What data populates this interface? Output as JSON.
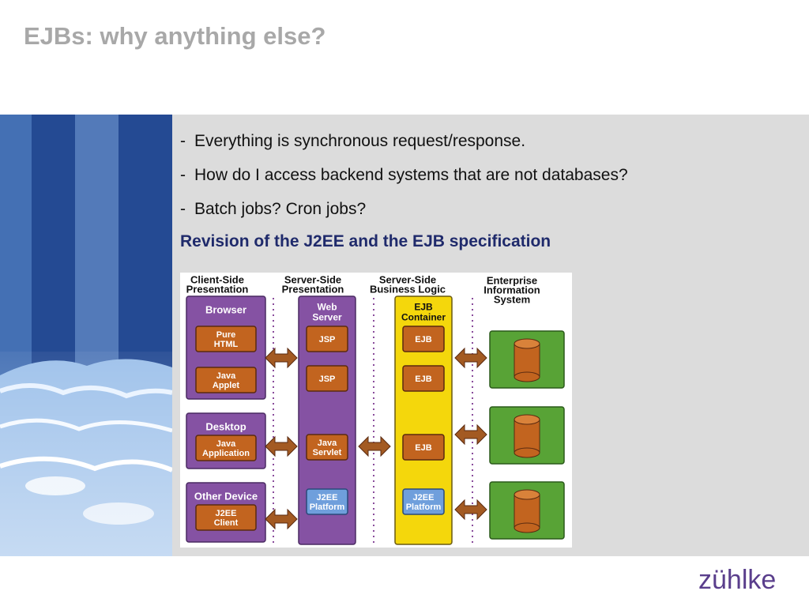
{
  "slide": {
    "title": "EJBs: why anything else?",
    "bullets": [
      "Everything is synchronous request/response.",
      "How do I access backend systems that are not databases?",
      "Batch jobs? Cron jobs?"
    ],
    "highlight": "Revision of the J2EE and the EJB specification",
    "bullet_marker": "-"
  },
  "diagram": {
    "columns": [
      {
        "line1": "Client-Side",
        "line2": "Presentation"
      },
      {
        "line1": "Server-Side",
        "line2": "Presentation"
      },
      {
        "line1": "Server-Side",
        "line2": "Business Logic"
      },
      {
        "line1": "Enterprise",
        "line2": "Information",
        "line3": "System"
      }
    ],
    "client_groups": [
      {
        "title": "Browser",
        "items": [
          [
            "Pure",
            "HTML"
          ],
          [
            "Java",
            "Applet"
          ]
        ]
      },
      {
        "title": "Desktop",
        "items": [
          [
            "Java",
            "Application"
          ]
        ]
      },
      {
        "title": "Other Device",
        "items": [
          [
            "J2EE",
            "Client"
          ]
        ]
      }
    ],
    "web_server": {
      "title": [
        "Web",
        "Server"
      ],
      "items": [
        [
          "JSP"
        ],
        [
          "JSP"
        ],
        [
          "Java",
          "Servlet"
        ]
      ],
      "platform": [
        "J2EE",
        "Platform"
      ]
    },
    "ejb_container": {
      "title": [
        "EJB",
        "Container"
      ],
      "items": [
        [
          "EJB"
        ],
        [
          "EJB"
        ],
        [
          "EJB"
        ]
      ],
      "platform": [
        "J2EE",
        "Platform"
      ]
    },
    "colors": {
      "purple": "#8552a3",
      "yellow": "#f4d70c",
      "orange": "#c2641f",
      "green": "#58a336",
      "blue": "#6f9fdc"
    },
    "icons": [
      "database-icon",
      "database-icon",
      "database-icon"
    ]
  },
  "logo": {
    "text": "zühlke"
  }
}
